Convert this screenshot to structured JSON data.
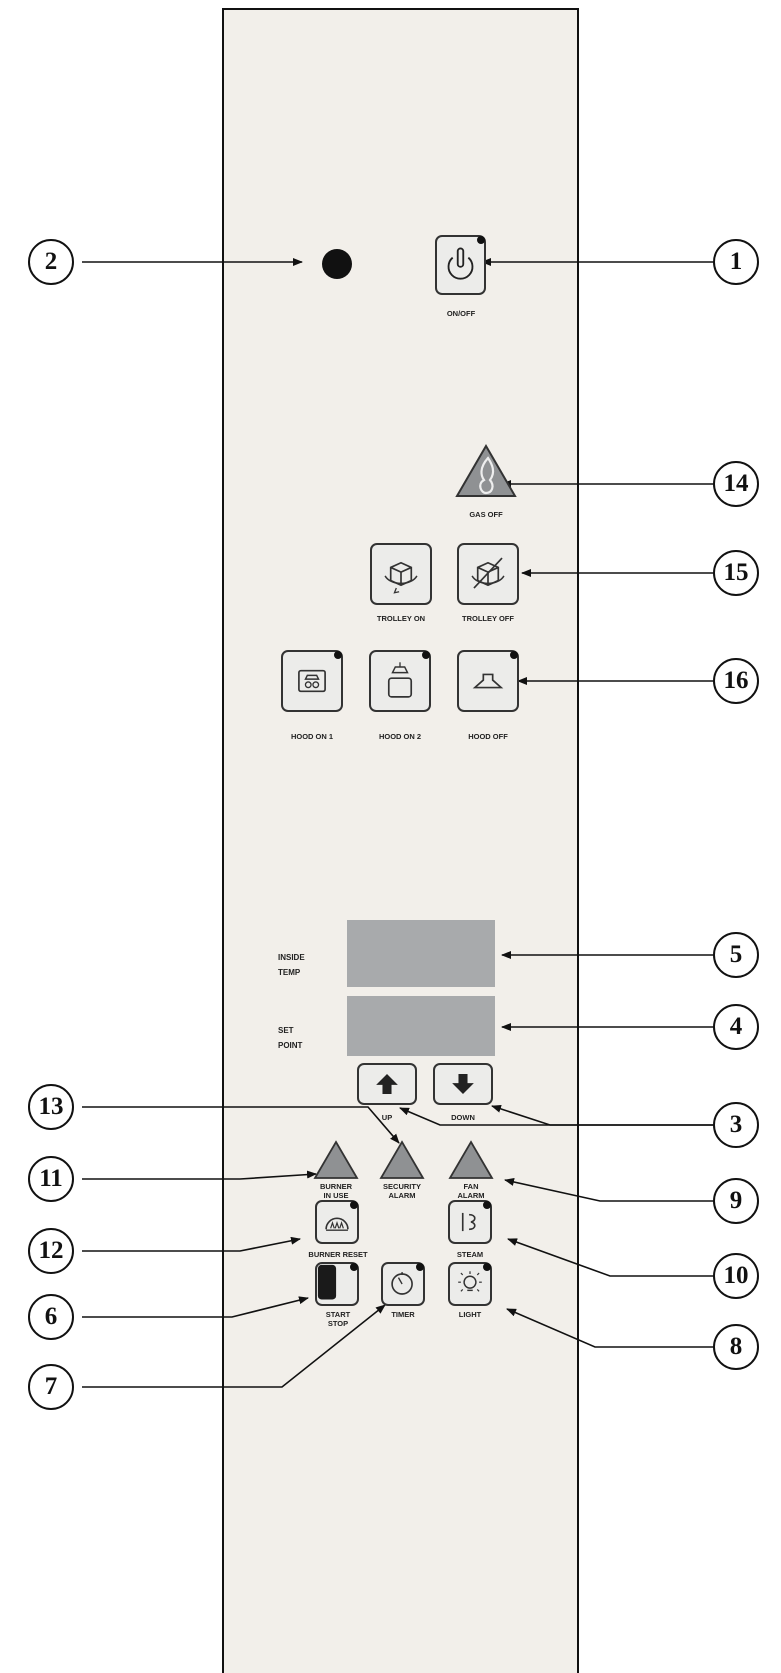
{
  "panel": {
    "buttons": {
      "on_off": "ON/OFF",
      "gas_off": "GAS OFF",
      "trolley_on": "TROLLEY ON",
      "trolley_off": "TROLLEY OFF",
      "hood_on_1": "HOOD ON 1",
      "hood_on_2": "HOOD ON 2",
      "hood_off": "HOOD OFF",
      "up": "UP",
      "down": "DOWN",
      "burner_in_use": "BURNER\nIN USE",
      "security_alarm": "SECURITY\nALARM",
      "fan_alarm": "FAN\nALARM",
      "burner_reset": "BURNER RESET",
      "steam": "STEAM",
      "start_stop": "START\nSTOP",
      "timer": "TIMER",
      "light": "LIGHT"
    },
    "displays": {
      "inside_temp": "INSIDE\nTEMP",
      "set_point": "SET\nPOINT"
    }
  },
  "callouts": {
    "c1": "1",
    "c2": "2",
    "c3": "3",
    "c4": "4",
    "c5": "5",
    "c6": "6",
    "c7": "7",
    "c8": "8",
    "c9": "9",
    "c10": "10",
    "c11": "11",
    "c12": "12",
    "c13": "13",
    "c14": "14",
    "c15": "15",
    "c16": "16"
  },
  "colors": {
    "panel": "#f2efea",
    "display": "#a8aaac",
    "indicator_triangle": "#8f9193",
    "led": "#111111"
  },
  "icons": {
    "on_off": "power-icon",
    "gas_off": "flame-icon",
    "trolley_on": "trolley-rotate-icon",
    "trolley_off": "trolley-stop-icon",
    "hood_on_1": "hood-fan-icon",
    "hood_on_2": "hood-cooker-icon",
    "hood_off": "hood-icon",
    "up": "arrow-up-icon",
    "down": "arrow-down-icon",
    "burner_reset": "burner-reset-icon",
    "steam": "steam-icon",
    "start_stop": "start-stop-icon",
    "timer": "timer-icon",
    "light": "light-bulb-icon"
  }
}
